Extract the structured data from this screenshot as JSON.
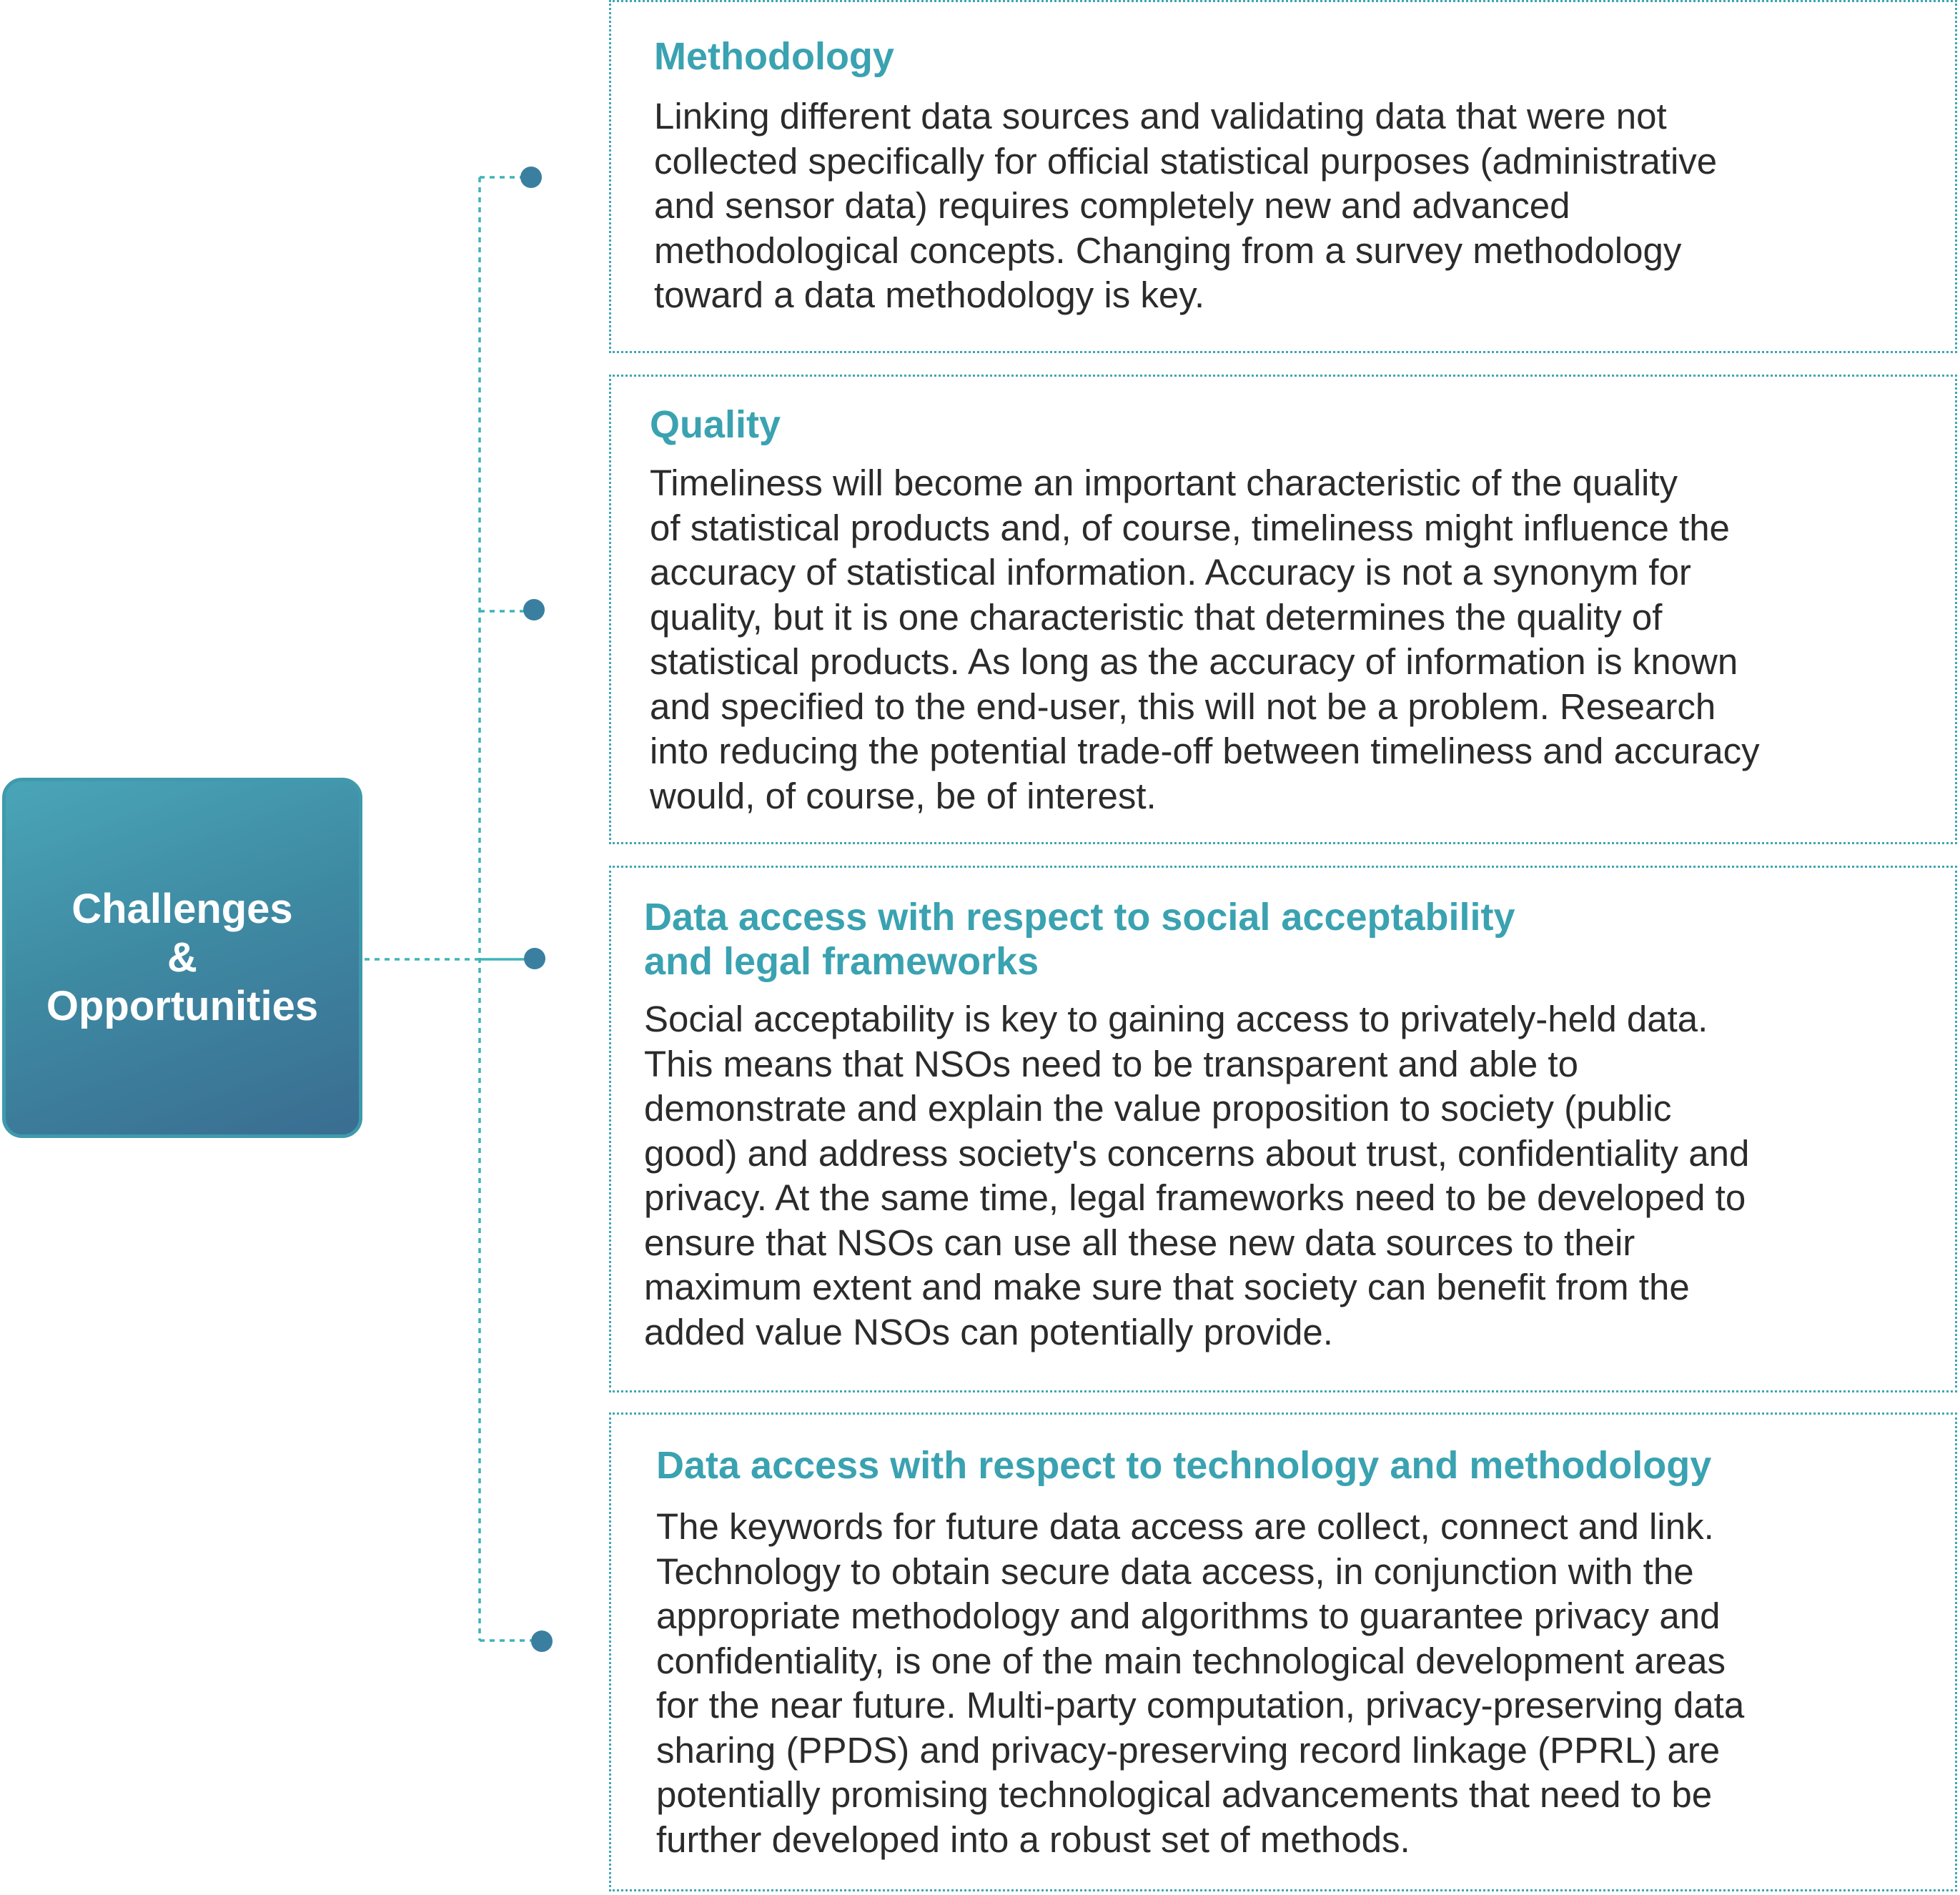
{
  "root": {
    "label": "Challenges\n&\nOpportunities"
  },
  "colors": {
    "accent": "#3aa2b1",
    "root_fill_top": "#4aa5b8",
    "root_fill_bottom": "#3a6d91",
    "connector": "#3fb3b8",
    "node_dot": "#3a7fa0",
    "body_text": "#2b2b2b"
  },
  "cards": [
    {
      "title": "Methodology",
      "body": "Linking different data sources and validating data that were not\ncollected specifically for official statistical purposes (administrative\nand sensor data) requires completely new and advanced\nmethodological concepts. Changing from a survey methodology\ntoward a data methodology is key."
    },
    {
      "title": "Quality",
      "body": "Timeliness will become an important characteristic of the quality\nof statistical products and, of course, timeliness might influence the\naccuracy of statistical information. Accuracy is not a synonym for\nquality, but it is one characteristic that determines the quality of\nstatistical products. As long as the accuracy of information is known\nand specified to the end-user, this will not be a problem. Research\ninto reducing the potential trade-off between timeliness and accuracy\nwould, of course, be of interest."
    },
    {
      "title": "Data access with respect to social acceptability\nand legal frameworks",
      "body": "Social acceptability is key to gaining access to privately-held data.\nThis means that NSOs need to be transparent and able to\ndemonstrate and explain the value proposition to society (public\ngood) and address society's concerns about trust, confidentiality and\nprivacy. At the same time, legal frameworks need to be developed to\nensure that NSOs can use all these new data sources to their\nmaximum extent and make sure that society can benefit from the\nadded value NSOs can potentially provide."
    },
    {
      "title": "Data access with respect to technology and methodology",
      "body": "The keywords for future data access are collect, connect and link.\nTechnology to obtain secure data access, in conjunction with the\nappropriate methodology and algorithms to guarantee privacy and\nconfidentiality, is one of the main technological development areas\nfor the near future. Multi-party computation, privacy-preserving data\nsharing (PPDS) and privacy-preserving record linkage (PPRL) are\npotentially promising technological advancements that need to be\nfurther developed into a robust set of methods."
    }
  ]
}
